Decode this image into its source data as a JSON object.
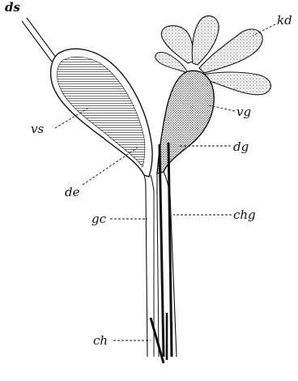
{
  "figure": {
    "labels": {
      "ds": "ds",
      "kd": "kd",
      "vs": "vs",
      "vg": "vg",
      "dg": "dg",
      "de": "de",
      "gc": "gc",
      "chg": "chg",
      "ch": "ch"
    },
    "colors": {
      "ink": "#111111",
      "stipple": "#888888",
      "paper": "#ffffff"
    }
  }
}
